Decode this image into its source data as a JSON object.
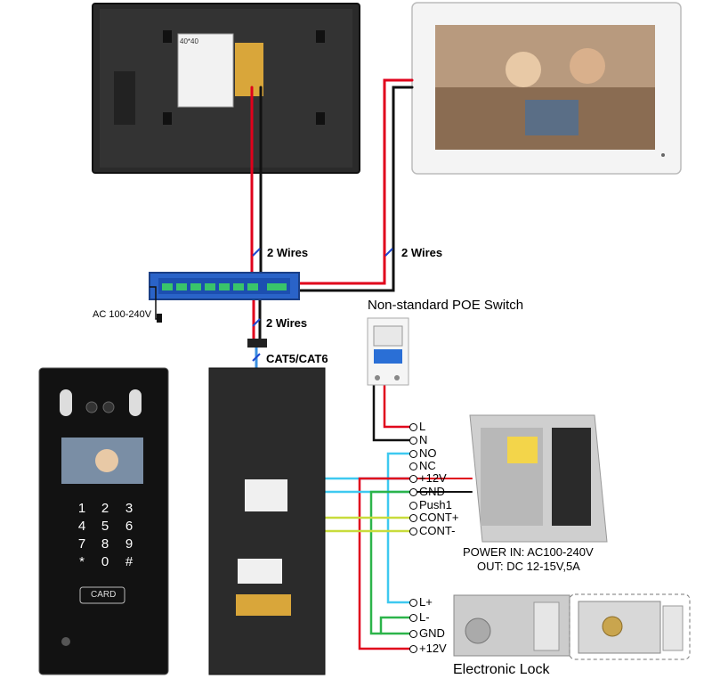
{
  "wire_labels": {
    "monitor1": "2 Wires",
    "monitor2": "2 Wires",
    "outdoor": "2 Wires",
    "cable": "CAT5/CAT6"
  },
  "switch_label": "AC 100-240V",
  "breaker_title": "Non-standard POE Switch",
  "terminals_top": [
    "L",
    "N",
    "NO",
    "NC",
    "+12V",
    "GND",
    "Push1",
    "CONT+",
    "CONT-"
  ],
  "terminals_bottom": [
    "L+",
    "L-",
    "GND",
    "+12V"
  ],
  "power_supply": {
    "line1": "POWER  IN: AC100-240V",
    "line2": "OUT: DC 12-15V,5A"
  },
  "lock_caption": "Electronic Lock",
  "keypad": [
    "1",
    "2",
    "3",
    "4",
    "5",
    "6",
    "7",
    "8",
    "9",
    "*",
    "0",
    "#"
  ],
  "card_label": "CARD",
  "monitor_back_label": "40*40",
  "colors": {
    "wire_red": "#e0001b",
    "wire_black": "#111111",
    "wire_blue": "#3a8fe0",
    "wire_cyan": "#3ec9f0",
    "wire_green": "#2cb44a",
    "wire_yellow": "#c8dc3c",
    "switch_blue": "#2a63c8"
  }
}
